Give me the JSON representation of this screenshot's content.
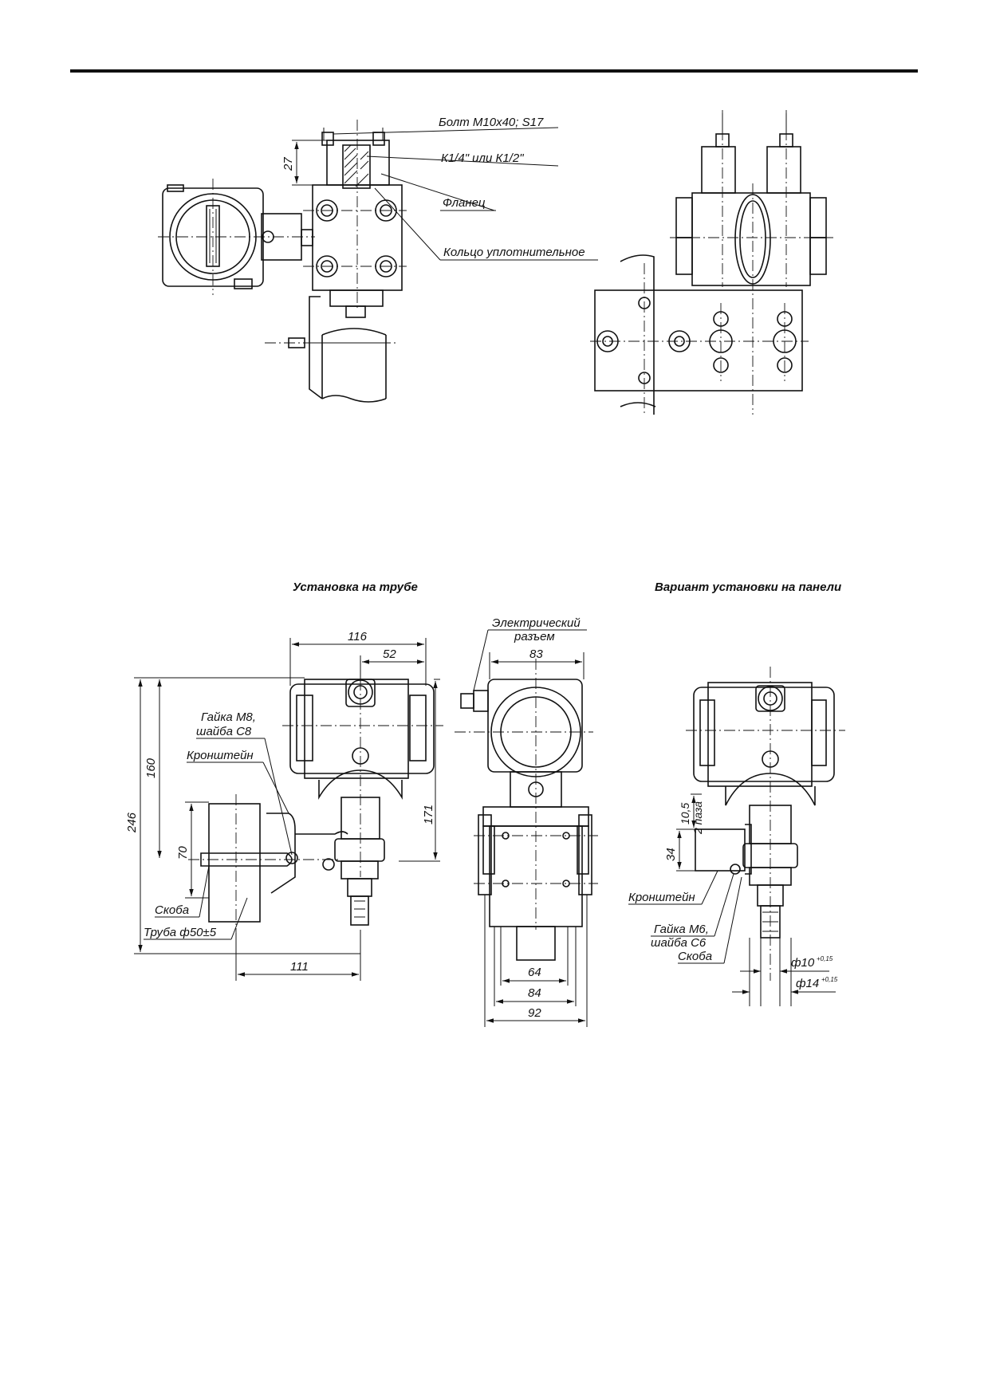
{
  "top_callouts": {
    "bolt": "Болт М10х40; S17",
    "thread": "К1/4\" или К1/2\"",
    "flange": "Фланец",
    "ring": "Кольцо уплотнительное",
    "dim_27": "27"
  },
  "titles": {
    "pipe_mount": "Установка на трубе",
    "panel_mount": "Вариант установки на панели"
  },
  "pipe_view": {
    "dim_116": "116",
    "dim_52": "52",
    "dim_160": "160",
    "dim_246": "246",
    "dim_70": "70",
    "dim_171": "171",
    "dim_111": "111",
    "nut_line1": "Гайка М8,",
    "nut_line2": "шайба С8",
    "bracket": "Кронштейн",
    "clamp": "Скоба",
    "pipe": "Труба ф50±5"
  },
  "side_view": {
    "connector_line1": "Электрический",
    "connector_line2": "разъем",
    "dim_83": "83",
    "dim_64": "64",
    "dim_84": "84",
    "dim_92": "92"
  },
  "panel_view": {
    "dim_10_5": "10,5",
    "slots": "2 паза",
    "dim_34": "34",
    "bracket": "Кронштейн",
    "nut_line1": "Гайка М6,",
    "nut_line2": "шайба С6",
    "clamp": "Скоба",
    "phi10": "ф10",
    "phi10_tol": "+0,15",
    "phi14": "ф14",
    "phi14_tol": "+0,15"
  }
}
